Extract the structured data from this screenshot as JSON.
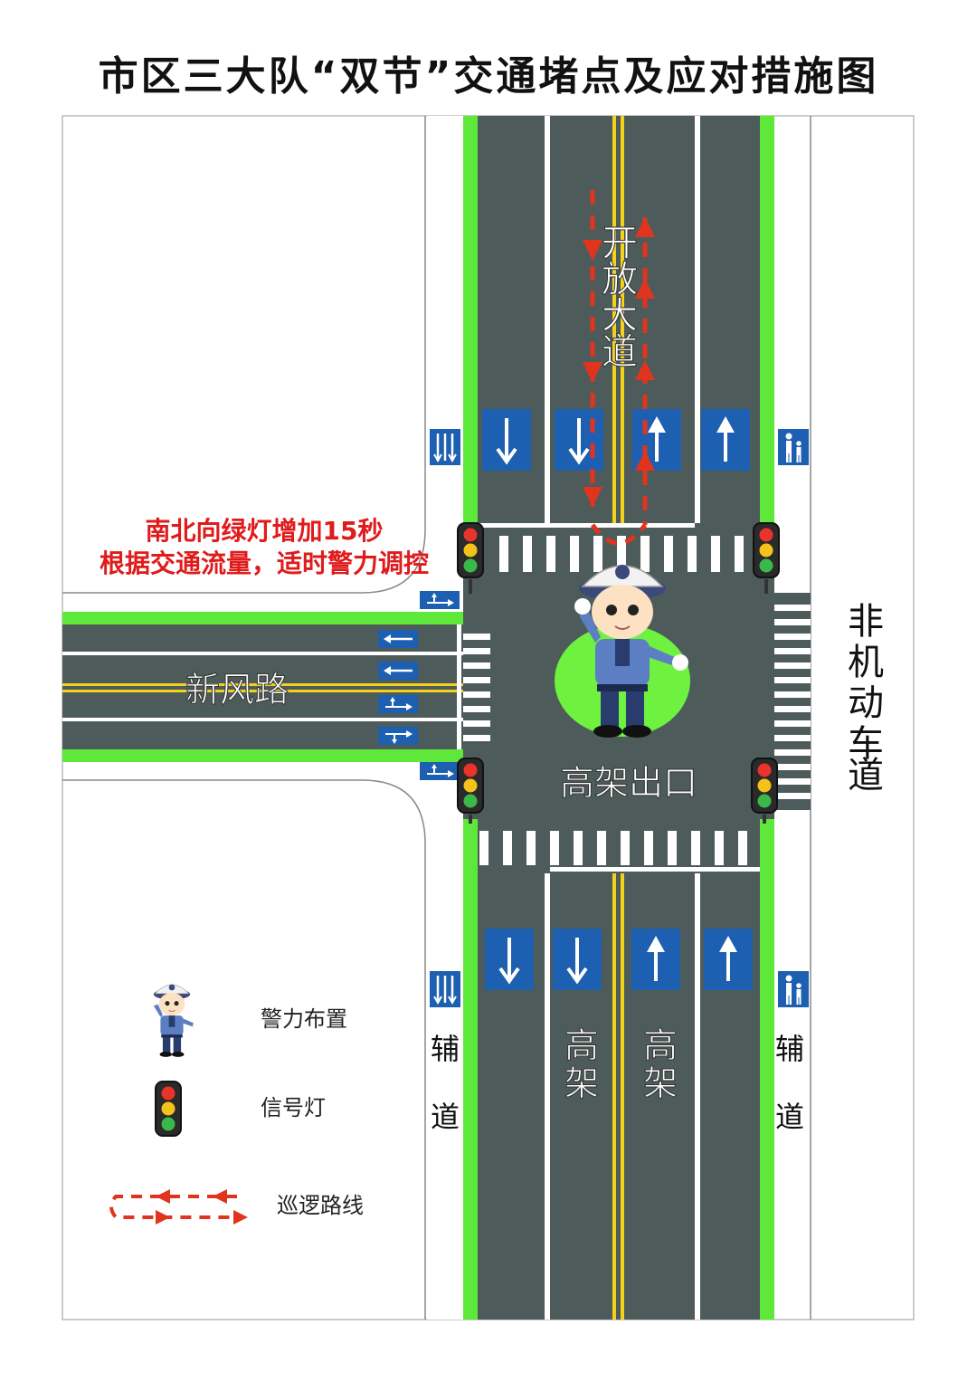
{
  "title": "市区三大队“双节”交通堵点及应对措施图",
  "roads": {
    "north": "开放大道",
    "west": "新风路",
    "east": "非机动车道",
    "center": "高架出口",
    "south_left": "高架",
    "south_right": "高架",
    "aux_left": "辅道",
    "aux_right": "辅道"
  },
  "notice": {
    "line1": "南北向绿灯增加15秒",
    "line2": "根据交通流量，适时警力调控"
  },
  "legend": {
    "police": "警力布置",
    "signal": "信号灯",
    "patrol": "巡逻路线"
  },
  "colors": {
    "road": "#4d5c5a",
    "green_edge": "#5ee83a",
    "sign_blue": "#1d5fb0",
    "patrol_red": "#e0341f",
    "police_circle": "#6ef23f",
    "notice_red": "#e01b1b"
  },
  "icons": {
    "police": "traffic-police-icon",
    "signal": "traffic-light-icon",
    "pedestrian": "pedestrian-sign-icon",
    "lane_arrow": "lane-arrow-icon"
  }
}
